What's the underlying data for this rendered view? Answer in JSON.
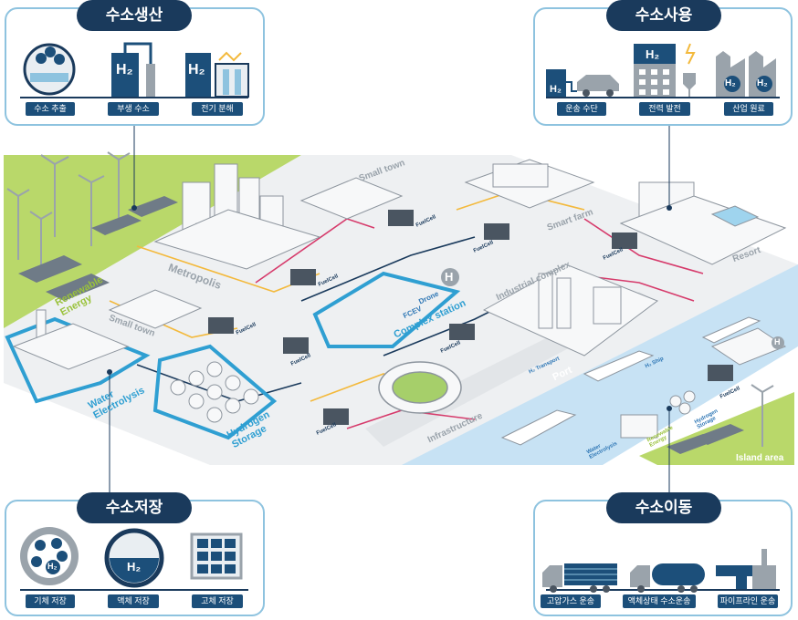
{
  "panels": {
    "production": {
      "title": "수소생산",
      "items": [
        "수소 추출",
        "부생 수소",
        "전기 분해"
      ]
    },
    "usage": {
      "title": "수소사용",
      "items": [
        "운송 수단",
        "전력 발전",
        "산업 원료"
      ]
    },
    "storage": {
      "title": "수소저장",
      "items": [
        "기체 저장",
        "액체 저장",
        "고체 저장"
      ]
    },
    "transport": {
      "title": "수소이동",
      "items": [
        "고압가스 운송",
        "액체상태 수소운송",
        "파이프라인 운송"
      ]
    }
  },
  "h2_symbol": "H₂",
  "h_symbol": "H",
  "map": {
    "areas": {
      "small_town_top": "Small town",
      "metropolis": "Metropolis",
      "small_town_left": "Small town",
      "smart_farm": "Smart farm",
      "resort": "Resort",
      "industrial_complex": "Industrial complex",
      "complex_station": "Complex station",
      "drone": "Drone",
      "fcev": "FCEV",
      "port": "Port",
      "h2_ship": "H₂ Ship",
      "h2_transport": "H₂ Transport",
      "infrastructure": "Infrastructure",
      "island_area": "Island area",
      "renewable_energy": "Renewable Energy",
      "water_electrolysis": "Water Electrolysis",
      "hydrogen_storage": "Hydrogen Storage",
      "island_water_electrolysis": "Water Electrolysis",
      "island_renewable_energy": "Renewable Energy",
      "island_hydrogen_storage": "Hydrogen Storage"
    },
    "fuelcell_label": "FuelCell"
  },
  "colors": {
    "panel_border": "#8ec3df",
    "title_bg": "#1a3a5c",
    "label_bg": "#1c4f7a",
    "green_land": "#b9d86a",
    "water": "#c7e2f4",
    "accent_blue": "#2f9fd2",
    "line_yellow": "#f3b93c",
    "line_pink": "#d63a6b"
  }
}
